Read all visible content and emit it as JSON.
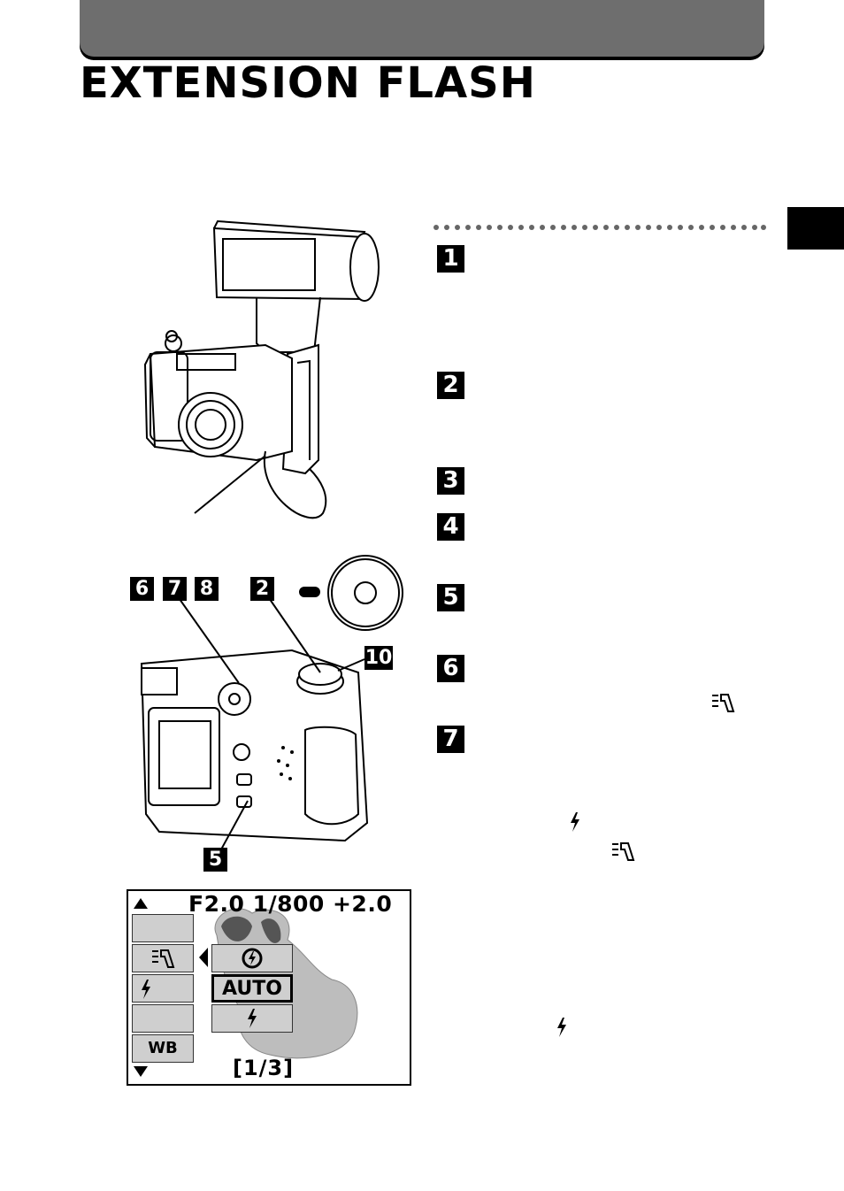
{
  "page": {
    "title": "EXTENSION FLASH"
  },
  "steps": [
    "1",
    "2",
    "3",
    "4",
    "5",
    "6",
    "7"
  ],
  "figure": {
    "callouts": [
      "6",
      "7",
      "8",
      "2",
      "10",
      "5"
    ]
  },
  "lcd": {
    "top_readout": "F2.0  1/800 +2.0",
    "page_indicator": "[1/3]",
    "wb_label": "WB",
    "selected_option": "AUTO"
  }
}
